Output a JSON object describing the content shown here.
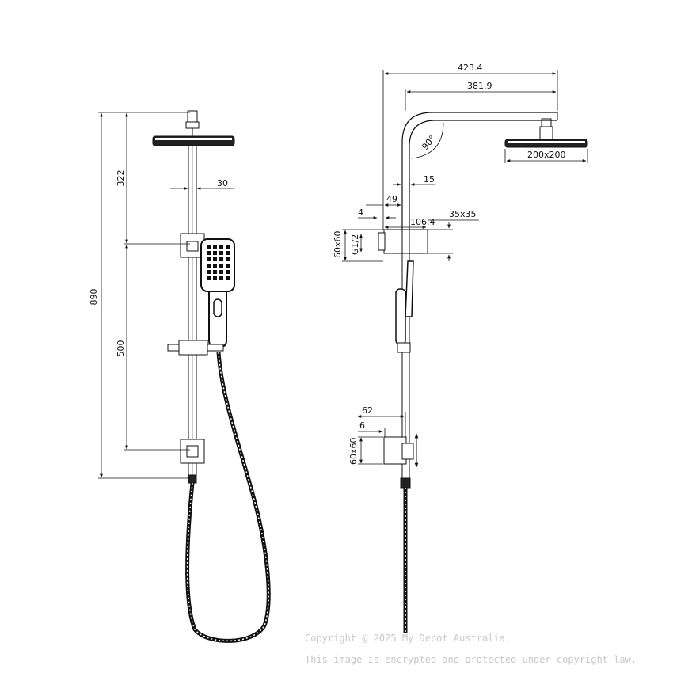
{
  "diagram": {
    "front_view": {
      "height_total": "890",
      "height_top": "322",
      "height_rail": "500",
      "rail_diameter": "30"
    },
    "side_view": {
      "reach_outer": "423.4",
      "reach_inner": "381.9",
      "bend_angle": "90°",
      "head_size": "200x200",
      "pipe_offset": "15",
      "offset_49": "49",
      "offset_4": "4",
      "bracket_depth": "106.4",
      "mixer_section": "35x35",
      "bracket_size": "60x60",
      "thread": "G1/2",
      "lower_offset": "62",
      "lower_gap": "6",
      "lower_bracket_size": "60x60"
    }
  },
  "watermark": {
    "line1": "Copyright @ 2025 My Depot Australia.",
    "line2": "This image is encrypted and protected under copyright law."
  }
}
